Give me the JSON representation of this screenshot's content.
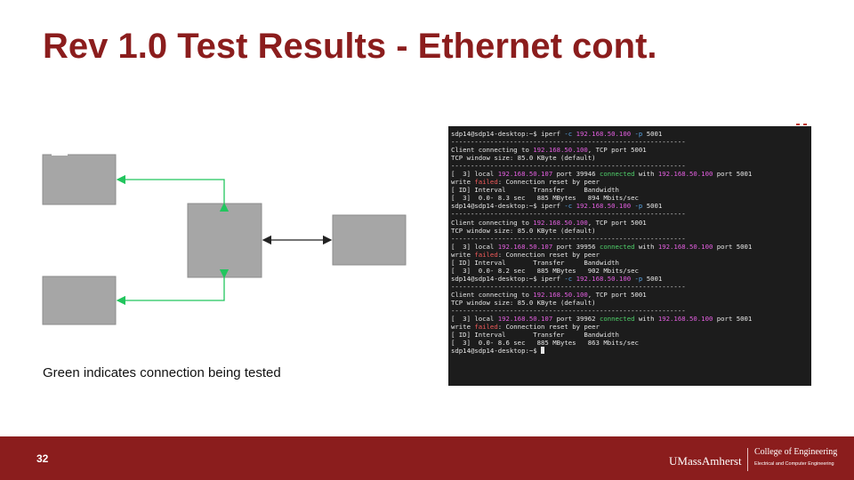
{
  "slide": {
    "title": "Rev 1.0 Test Results - Ethernet cont.",
    "caption": "Green indicates connection being tested",
    "page_number": "32"
  },
  "diagram": {
    "tested_link_color": "#22c55e",
    "other_link_color": "#222222",
    "box_color": "#a6a6a6",
    "box_border_color": "#8c8c8c"
  },
  "terminal": {
    "lines": [
      [
        {
          "t": "sdp14@sdp14-desktop:~$ iperf "
        },
        {
          "t": "-c",
          "c": "flag"
        },
        {
          "t": " "
        },
        {
          "t": "192.168.50.100",
          "c": "ip"
        },
        {
          "t": " "
        },
        {
          "t": "-p",
          "c": "flag"
        },
        {
          "t": " 5001"
        }
      ],
      [
        {
          "t": "------------------------------------------------------------"
        }
      ],
      [
        {
          "t": "Client connecting to "
        },
        {
          "t": "192.168.50.100",
          "c": "ip"
        },
        {
          "t": ", TCP port 5001"
        }
      ],
      [
        {
          "t": "TCP window size: 85.0 KByte (default)"
        }
      ],
      [
        {
          "t": "------------------------------------------------------------"
        }
      ],
      [
        {
          "t": "[  3] local "
        },
        {
          "t": "192.168.50.107",
          "c": "ip"
        },
        {
          "t": " port 39946 "
        },
        {
          "t": "connected",
          "c": "ok"
        },
        {
          "t": " with "
        },
        {
          "t": "192.168.50.100",
          "c": "ip"
        },
        {
          "t": " port 5001"
        }
      ],
      [
        {
          "t": "write "
        },
        {
          "t": "failed",
          "c": "err"
        },
        {
          "t": ": Connection reset by peer"
        }
      ],
      [
        {
          "t": "[ ID] Interval       Transfer     Bandwidth"
        }
      ],
      [
        {
          "t": "[  3]  0.0- 8.3 sec   885 MBytes   894 Mbits/sec"
        }
      ],
      [
        {
          "t": "sdp14@sdp14-desktop:~$ iperf "
        },
        {
          "t": "-c",
          "c": "flag"
        },
        {
          "t": " "
        },
        {
          "t": "192.168.50.100",
          "c": "ip"
        },
        {
          "t": " "
        },
        {
          "t": "-p",
          "c": "flag"
        },
        {
          "t": " 5001"
        }
      ],
      [
        {
          "t": "------------------------------------------------------------"
        }
      ],
      [
        {
          "t": "Client connecting to "
        },
        {
          "t": "192.168.50.100",
          "c": "ip"
        },
        {
          "t": ", TCP port 5001"
        }
      ],
      [
        {
          "t": "TCP window size: 85.0 KByte (default)"
        }
      ],
      [
        {
          "t": "------------------------------------------------------------"
        }
      ],
      [
        {
          "t": "[  3] local "
        },
        {
          "t": "192.168.50.107",
          "c": "ip"
        },
        {
          "t": " port 39956 "
        },
        {
          "t": "connected",
          "c": "ok"
        },
        {
          "t": " with "
        },
        {
          "t": "192.168.50.100",
          "c": "ip"
        },
        {
          "t": " port 5001"
        }
      ],
      [
        {
          "t": "write "
        },
        {
          "t": "failed",
          "c": "err"
        },
        {
          "t": ": Connection reset by peer"
        }
      ],
      [
        {
          "t": "[ ID] Interval       Transfer     Bandwidth"
        }
      ],
      [
        {
          "t": "[  3]  0.0- 8.2 sec   885 MBytes   902 Mbits/sec"
        }
      ],
      [
        {
          "t": "sdp14@sdp14-desktop:~$ iperf "
        },
        {
          "t": "-c",
          "c": "flag"
        },
        {
          "t": " "
        },
        {
          "t": "192.168.50.100",
          "c": "ip"
        },
        {
          "t": " "
        },
        {
          "t": "-p",
          "c": "flag"
        },
        {
          "t": " 5001"
        }
      ],
      [
        {
          "t": "------------------------------------------------------------"
        }
      ],
      [
        {
          "t": "Client connecting to "
        },
        {
          "t": "192.168.50.100",
          "c": "ip"
        },
        {
          "t": ", TCP port 5001"
        }
      ],
      [
        {
          "t": "TCP window size: 85.0 KByte (default)"
        }
      ],
      [
        {
          "t": "------------------------------------------------------------"
        }
      ],
      [
        {
          "t": "[  3] local "
        },
        {
          "t": "192.168.50.107",
          "c": "ip"
        },
        {
          "t": " port 39962 "
        },
        {
          "t": "connected",
          "c": "ok"
        },
        {
          "t": " with "
        },
        {
          "t": "192.168.50.100",
          "c": "ip"
        },
        {
          "t": " port 5001"
        }
      ],
      [
        {
          "t": "write "
        },
        {
          "t": "failed",
          "c": "err"
        },
        {
          "t": ": Connection reset by peer"
        }
      ],
      [
        {
          "t": "[ ID] Interval       Transfer     Bandwidth"
        }
      ],
      [
        {
          "t": "[  3]  0.0- 8.6 sec   885 MBytes   863 Mbits/sec"
        }
      ],
      [
        {
          "t": "sdp14@sdp14-desktop:~$ "
        }
      ]
    ]
  },
  "footer": {
    "logo_umass": "UMassAmherst",
    "logo_college": "College of Engineering",
    "logo_dept": "Electrical and Computer Engineering",
    "brand_color": "#8b1d1d"
  }
}
